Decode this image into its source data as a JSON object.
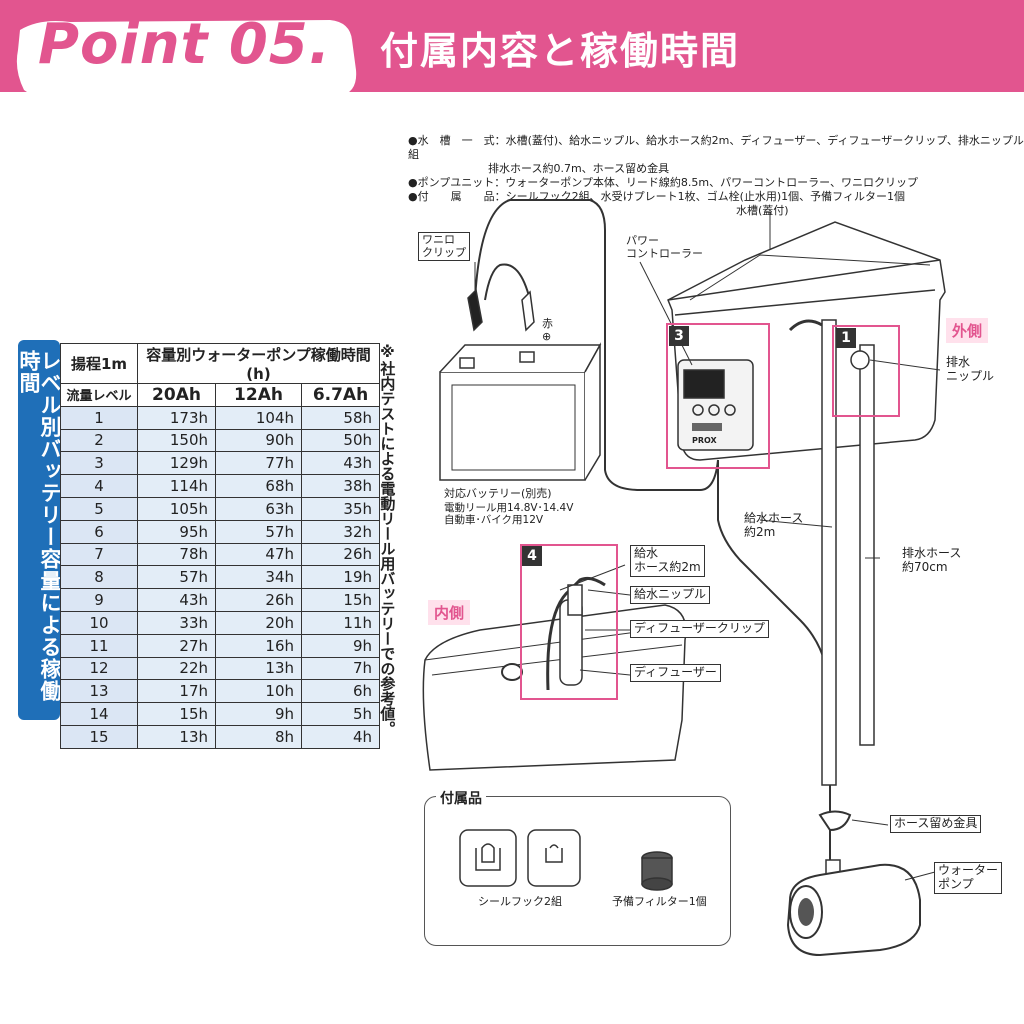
{
  "header": {
    "point": "Point 05.",
    "title": "付属内容と稼働時間"
  },
  "side_label": "レベル別バッテリー容量による稼働時間",
  "table": {
    "header_row1": {
      "col0": "揚程1m",
      "col1": "容量別ウォーターポンプ稼働時間(h)"
    },
    "header_row2": [
      "流量レベル",
      "20Ah",
      "12Ah",
      "6.7Ah"
    ],
    "rows": [
      [
        "1",
        "173h",
        "104h",
        "58h"
      ],
      [
        "2",
        "150h",
        "90h",
        "50h"
      ],
      [
        "3",
        "129h",
        "77h",
        "43h"
      ],
      [
        "4",
        "114h",
        "68h",
        "38h"
      ],
      [
        "5",
        "105h",
        "63h",
        "35h"
      ],
      [
        "6",
        "95h",
        "57h",
        "32h"
      ],
      [
        "7",
        "78h",
        "47h",
        "26h"
      ],
      [
        "8",
        "57h",
        "34h",
        "19h"
      ],
      [
        "9",
        "43h",
        "26h",
        "15h"
      ],
      [
        "10",
        "33h",
        "20h",
        "11h"
      ],
      [
        "11",
        "27h",
        "16h",
        "9h"
      ],
      [
        "12",
        "22h",
        "13h",
        "7h"
      ],
      [
        "13",
        "17h",
        "10h",
        "6h"
      ],
      [
        "14",
        "15h",
        "9h",
        "5h"
      ],
      [
        "15",
        "13h",
        "8h",
        "4h"
      ]
    ]
  },
  "vertical_note": "※社内テストによる電動リール用バッテリーでの参考値。",
  "notes": {
    "line1": "●水　槽　一　式：水槽(蓋付)、給水ニップル、給水ホース約2m、ディフューザー、ディフューザークリップ、排水ニップル組",
    "line2": "排水ホース約0.7m、ホース留め金具",
    "line3": "●ポンプユニット：ウォーターポンプ本体、リード線約8.5m、パワーコントローラー、ワニロクリップ",
    "line4": "●付　　属　　品：シールフック2組、水受けプレート1枚、ゴム栓(止水用)1個、予備フィルター1個"
  },
  "diagram": {
    "wani_clip": "ワニロ\nクリップ",
    "power_controller": "パワー\nコントローラー",
    "tank_lid": "水槽(蓋付)",
    "outside": "外側",
    "drain_nipple": "排水\nニップル",
    "red_plus": "赤\n⊕",
    "battery_title": "対応バッテリー(別売)",
    "battery_line1": "電動リール用14.8V･14.4V",
    "battery_line2": "自動車･バイク用12V",
    "feed_hose_right": "給水ホース\n約2m",
    "drain_hose": "排水ホース\n約70cm",
    "inside": "内側",
    "feed_hose_left": "給水\nホース約2m",
    "feed_nipple": "給水ニップル",
    "diffuser_clip": "ディフューザークリップ",
    "diffuser": "ディフューザー",
    "hose_clamp": "ホース留め金具",
    "water_pump": "ウォーター\nポンプ",
    "num1": "1",
    "num3": "3",
    "num4": "4",
    "controller_brand": "PROX"
  },
  "accessories": {
    "title": "付属品",
    "seal_hook": "シールフック2組",
    "spare_filter": "予備フィルター1個"
  },
  "colors": {
    "pink": "#e2558f",
    "blue": "#1f6fb8",
    "table_fill": "#e3edf7"
  }
}
